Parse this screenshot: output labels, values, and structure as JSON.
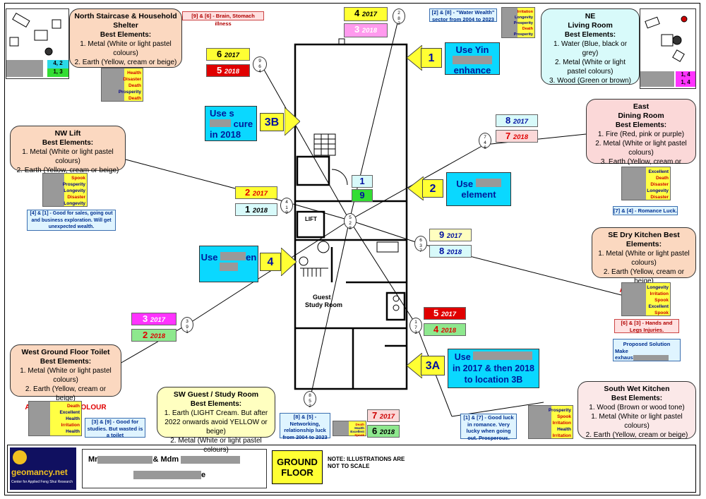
{
  "top_note": "[9] & [6] - Brain, Stomach illness",
  "water_wealth": "[2] & [8] - \"Water Wealth\" sector from 2004 to 2023",
  "center_circle": [
    "5",
    "2",
    "8"
  ],
  "north": {
    "title": "North Staircase & Household Shelter",
    "sub": "Best Elements:",
    "l1": "1. Metal (White or light pastel colours)",
    "l2": "2. Earth (Yellow, cream or beige)",
    "legend": [
      "Health",
      "Disaster",
      "Death",
      "Prosperity",
      "Death"
    ],
    "n2017": "6",
    "n2018": "5",
    "circle": [
      "9",
      "6",
      "4"
    ]
  },
  "ne": {
    "title": "NE",
    "t2": "Living Room",
    "sub": "Best Elements:",
    "l1": "1. Water (Blue, black or grey)",
    "l2": "2. Metal (White or light pastel colours)",
    "l3": "3. Wood (Green or brown)",
    "legend": [
      "Irritation",
      "Longevity",
      "Prosperity",
      "Death",
      "Prosperity"
    ],
    "n2017": "4",
    "n2018": "3",
    "circle": [
      "2",
      "8",
      "2"
    ]
  },
  "nw": {
    "title": "NW Lift",
    "sub": "Best Elements:",
    "l1": "1. Metal (White or light pastel colours)",
    "l2": "2. Earth (Yellow, cream or beige)",
    "legend": [
      "Spook",
      "Prosperity",
      "Longevity",
      "Disaster",
      "Longevity"
    ],
    "note": "[4] & [1] - Good for sales, going out and business exploration. Will get unexpected wealth.",
    "n2017": "2",
    "n2018": "1",
    "circle": [
      "4",
      "1",
      "9"
    ]
  },
  "east": {
    "title": "East",
    "t2": "Dining Room",
    "sub": "Best Elements:",
    "l1": "1. Fire (Red, pink or purple)",
    "l2": "2. Metal (White or light pastel colours)",
    "l3": "3. Earth (Yellow, cream or beige)",
    "legend": [
      "Excellent",
      "Death",
      "Disaster",
      "Longevity",
      "Disaster"
    ],
    "note": "[7] & [4] - Romance Luck.",
    "n2017": "8",
    "n2018": "7",
    "circle": [
      "7",
      "4",
      "6"
    ]
  },
  "se": {
    "title": "SE Dry Kitchen Best Elements:",
    "l1": "1. Metal (White or light pastel colours)",
    "l2": "2. Earth (Yellow, cream or beige)",
    "avoid": "Avoid: GREEN",
    "legend": [
      "Longevity",
      "Irritation",
      "Spook",
      "Excellent",
      "Spook"
    ],
    "note": "[6] & [3] - Hands and Legs Injuries.",
    "solution_title": "Proposed Solution",
    "solution_text": "Make",
    "solution_text2": "exhaus",
    "n2017": "9",
    "n2018": "8",
    "circle": [
      "6",
      "3",
      "7"
    ]
  },
  "sw_toilet": {
    "title": "West Ground Floor Toilet",
    "sub": "Best Elements:",
    "l1": "1. Metal (White or light pastel colours)",
    "l2": "2. Earth (Yellow, cream or beige)",
    "avoid": "Avoid: GREEN COLOUR",
    "legend": [
      "Death",
      "Excellent",
      "Health",
      "Irritation",
      "Health"
    ],
    "note": "[3] & [9] - Good for studies. But wasted is a toilet",
    "n2017": "3",
    "n2018": "2",
    "circle": [
      "3",
      "9",
      "1"
    ]
  },
  "sw": {
    "title": "SW Guest / Study Room",
    "sub": "Best Elements:",
    "l1": "1. Earth (LIGHT Cream. But after 2022 onwards avoid YELLOW or beige)",
    "l2": "2. Metal (White or light pastel colours)",
    "note": "[8] & [5] - Networking, relationship luck from 2004 to 2023",
    "legend": [
      "Death",
      "Health",
      "Excellent",
      "Spook"
    ],
    "n2017": "7",
    "n2018": "6",
    "circle": [
      "8",
      "5",
      "2"
    ]
  },
  "south": {
    "title": "South Wet Kitchen",
    "sub": "Best Elements:",
    "l1": "1. Wood (Brown or wood tone)",
    "l2": "1. Metal (White or light pastel colours)",
    "l3": "2. Earth (Yellow, cream or beige)",
    "legend": [
      "Prosperity",
      "Spook",
      "Irritation",
      "Health",
      "Irritation"
    ],
    "note": "[1] & [7] - Good luck in romance. Very lucky when going out. Prosperous.",
    "n2017": "5",
    "n2018": "4",
    "circle": [
      "1",
      "7",
      "3"
    ]
  },
  "center": {
    "n2017": "1",
    "n2018": "9"
  },
  "year2017": "2017",
  "year2018": "2018",
  "callouts": {
    "c1": {
      "num": "1",
      "t1": "Use Yin",
      "t2": "enhance"
    },
    "c2": {
      "num": "2",
      "t1": "Use",
      "t2": "element"
    },
    "c3b": {
      "num": "3B",
      "t1": "Use s",
      "t2": "cure",
      "t3": "in 2018"
    },
    "c4": {
      "num": "4",
      "t1": "Use",
      "t2": "en"
    },
    "c3a": {
      "num": "3A",
      "t1": "Use",
      "t2": "in 2017 & then 2018",
      "t3": "to location 3B"
    }
  },
  "mini_tl": {
    "r1": "4, 2",
    "r2": "1, 3"
  },
  "mini_tr": {
    "r1": "1, 4",
    "r2": "1, 4"
  },
  "floor_labels": {
    "lift": "LIFT",
    "guest": "Guest",
    "study": "Study Room"
  },
  "footer": {
    "logo1": "geomancy.net",
    "logo2": "Center for Applied Feng Shui Research",
    "client1": "Mr",
    "client2": "& Mdm",
    "client3": "e",
    "floor1": "GROUND",
    "floor2": "FLOOR",
    "note1": "NOTE: ILLUSTRATIONS ARE",
    "note2": "NOT TO SCALE"
  },
  "colors": {
    "accent_blue": "#0ad8ff",
    "yellow": "#ffff33",
    "red": "#e00000",
    "green": "#33dd33",
    "magenta": "#ff33ff"
  }
}
